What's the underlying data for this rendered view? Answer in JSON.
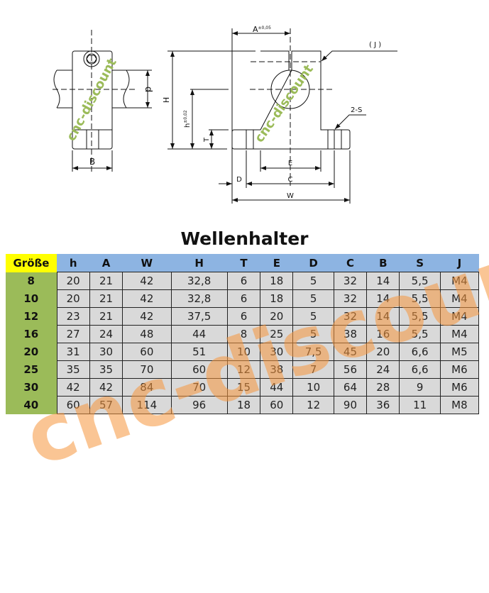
{
  "drawing": {
    "labels": {
      "d": "d",
      "B": "B",
      "A": "A",
      "A_tol": "±0,05",
      "J": "( J )",
      "S": "2-S",
      "H": "H",
      "h": "h",
      "h_tol": "±0,02",
      "T": "T",
      "E": "E",
      "D": "D",
      "C": "C",
      "W": "W"
    },
    "watermark": "cnc-discount"
  },
  "title": "Wellenhalter",
  "table": {
    "headers": [
      "Größe",
      "h",
      "A",
      "W",
      "H",
      "T",
      "E",
      "D",
      "C",
      "B",
      "S",
      "J"
    ],
    "rows": [
      [
        "8",
        "20",
        "21",
        "42",
        "32,8",
        "6",
        "18",
        "5",
        "32",
        "14",
        "5,5",
        "M4"
      ],
      [
        "10",
        "20",
        "21",
        "42",
        "32,8",
        "6",
        "18",
        "5",
        "32",
        "14",
        "5,5",
        "M4"
      ],
      [
        "12",
        "23",
        "21",
        "42",
        "37,5",
        "6",
        "20",
        "5",
        "32",
        "14",
        "5,5",
        "M4"
      ],
      [
        "16",
        "27",
        "24",
        "48",
        "44",
        "8",
        "25",
        "5",
        "38",
        "16",
        "5,5",
        "M4"
      ],
      [
        "20",
        "31",
        "30",
        "60",
        "51",
        "10",
        "30",
        "7,5",
        "45",
        "20",
        "6,6",
        "M5"
      ],
      [
        "25",
        "35",
        "35",
        "70",
        "60",
        "12",
        "38",
        "7",
        "56",
        "24",
        "6,6",
        "M6"
      ],
      [
        "30",
        "42",
        "42",
        "84",
        "70",
        "15",
        "44",
        "10",
        "64",
        "28",
        "9",
        "M6"
      ],
      [
        "40",
        "60",
        "57",
        "114",
        "96",
        "18",
        "60",
        "12",
        "90",
        "36",
        "11",
        "M8"
      ]
    ]
  },
  "watermark": "cnc-discount",
  "colors": {
    "header": "#8db4e2",
    "size_header": "#ffff00",
    "size_col": "#9bbb59",
    "cell": "#d9d9d9",
    "watermark": "#f5963c"
  }
}
